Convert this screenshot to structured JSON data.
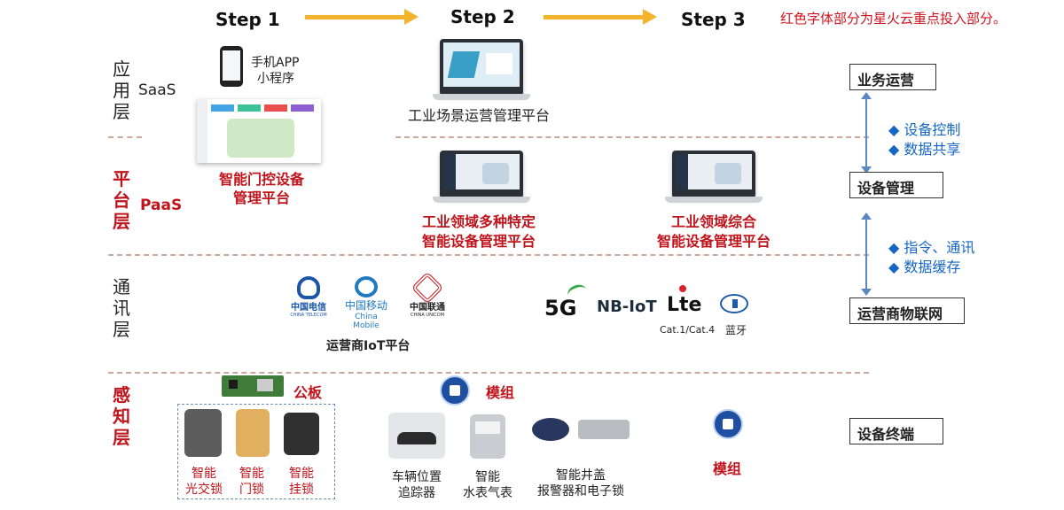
{
  "steps": [
    "Step 1",
    "Step 2",
    "Step 3"
  ],
  "note": "红色字体部分为星火云重点投入部分。",
  "layers": {
    "app": {
      "label": [
        "应",
        "用",
        "层"
      ],
      "en": "SaaS"
    },
    "platform": {
      "label": [
        "平",
        "台",
        "层"
      ],
      "en": "PaaS"
    },
    "comm": {
      "label": [
        "通",
        "讯",
        "层"
      ]
    },
    "sense": {
      "label": [
        "感",
        "知",
        "层"
      ]
    }
  },
  "app_layer": {
    "phone_label_1": "手机APP",
    "phone_label_2": "小程序",
    "saas_platform": "工业场景运营管理平台"
  },
  "platform_layer": {
    "door_platform_1": "智能门控设备",
    "door_platform_2": "管理平台",
    "multi_platform_1": "工业领域多种特定",
    "multi_platform_2": "智能设备管理平台",
    "integrated_platform_1": "工业领域综合",
    "integrated_platform_2": "智能设备管理平台"
  },
  "comm_layer": {
    "carriers": [
      {
        "cn": "中国电信",
        "en": "CHINA TELECOM",
        "color": "#1b55a8"
      },
      {
        "cn": "中国移动",
        "en": "China Mobile",
        "color": "#1f7bc1"
      },
      {
        "cn": "中国联通",
        "en": "CHINA UNICOM",
        "color": "#c8161d"
      }
    ],
    "carrier_platform": "运营商IoT平台",
    "tech": [
      "5G",
      "NB-IoT",
      "Lte",
      "蓝牙"
    ],
    "lte_caption": "Cat.1/Cat.4",
    "bt_caption": "蓝牙"
  },
  "sense_layer": {
    "board_label": "公板",
    "module_label": "模组",
    "module_label_2": "模组",
    "locks": [
      {
        "l1": "智能",
        "l2": "光交锁"
      },
      {
        "l1": "智能",
        "l2": "门锁"
      },
      {
        "l1": "智能",
        "l2": "挂锁"
      }
    ],
    "devices": [
      {
        "l1": "车辆位置",
        "l2": "追踪器"
      },
      {
        "l1": "智能",
        "l2": "水表气表"
      },
      {
        "l1": "智能井盖",
        "l2": "报警器和电子锁"
      }
    ]
  },
  "right_column": {
    "biz_ops": "业务运营",
    "bullets_1": [
      "设备控制",
      "数据共享"
    ],
    "device_mgmt": "设备管理",
    "bullets_2": [
      "指令、通讯",
      "数据缓存"
    ],
    "carrier_iot": "运营商物联网",
    "device_terminal": "设备终端"
  },
  "colors": {
    "accent_red": "#c0141c",
    "arrow": "#f5b32c",
    "bullet_blue": "#1667c4"
  }
}
